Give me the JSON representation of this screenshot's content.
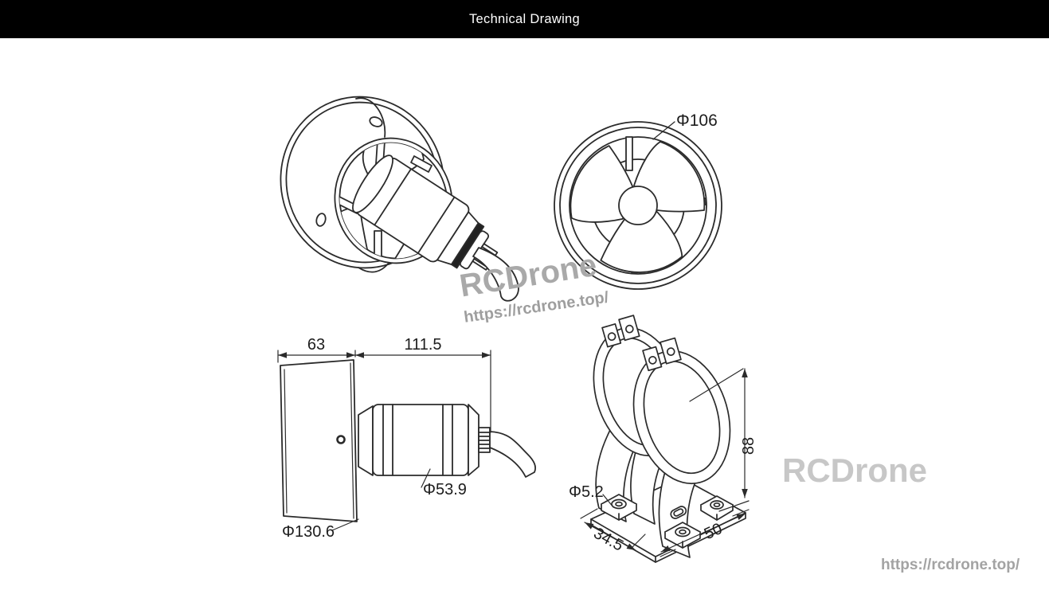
{
  "header": {
    "title": "Technical Drawing"
  },
  "views": {
    "front": {
      "dim_outer_diameter": "Φ106"
    },
    "side": {
      "dim_duct_depth": "63",
      "dim_motor_length": "111.5",
      "dim_motor_diameter": "Φ53.9",
      "dim_duct_diameter": "Φ130.6"
    },
    "bracket": {
      "dim_height": "88",
      "dim_hole_diameter": "Φ5.2",
      "dim_base_depth": "34.5",
      "dim_base_width": "50"
    }
  },
  "watermarks": {
    "center_brand": "RCDrone",
    "center_url": "https://rcdrone.top/",
    "right_brand": "RCDrone",
    "bottom_url": "https://rcdrone.top/"
  },
  "colors": {
    "header_bg": "#000000",
    "header_text": "#ffffff",
    "line": "#2b2b2b",
    "watermark_light": "#c7c7c7",
    "watermark_gray": "#a3a3a3"
  }
}
